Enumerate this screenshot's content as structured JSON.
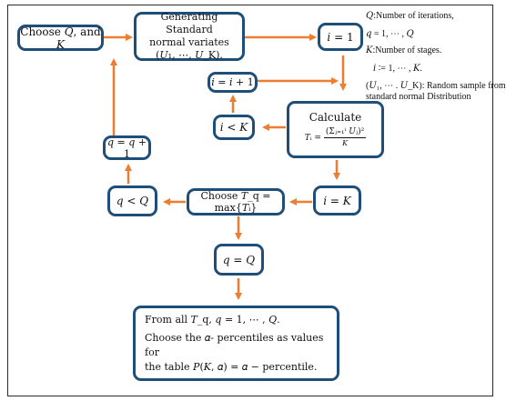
{
  "nodes": {
    "choose_qk": "Choose 𝑄, and 𝐾",
    "generate": [
      "Generating Standard",
      "normal variates",
      "(𝑈₁, ⋯, 𝑈_K)."
    ],
    "init_i": "𝑖 = 1",
    "incr_i": "𝑖 = 𝑖 + 1",
    "calculate_title": "Calculate",
    "calculate_formula": [
      "𝑇ᵢ =",
      "(Σⱼ₌₁ⁱ 𝑈ⱼ)²",
      "𝐾"
    ],
    "cond_i_lt_k": "𝑖 < 𝐾",
    "cond_i_eq_k": "𝑖 = 𝐾",
    "choose_tq": "Choose  𝑇_q = max{𝑇ᵢ}",
    "cond_q_lt_q": "𝑞 < 𝑄",
    "incr_q": "𝑞 = 𝑞 + 1",
    "cond_q_eq_q": "𝑞 = 𝑄",
    "final": [
      "From all 𝑇_q, 𝑞 = 1, ⋯ , 𝑄.",
      "Choose the 𝛼- percentiles as values for",
      "the table 𝑃(𝐾, 𝛼) = 𝛼 − percentile."
    ]
  },
  "legend": [
    "𝑄:Number of iterations,",
    "𝑞 = 1, ⋯ , 𝑄",
    "𝐾:Number of stages.",
    "𝑖 ∶= 1, ⋯ , 𝐾.",
    "(𝑈₁, ⋯ . 𝑈_K): Random sample from",
    "standard normal Distribution"
  ],
  "colors": {
    "box_border": "#1f4e79",
    "arrow": "#ed7d31"
  }
}
